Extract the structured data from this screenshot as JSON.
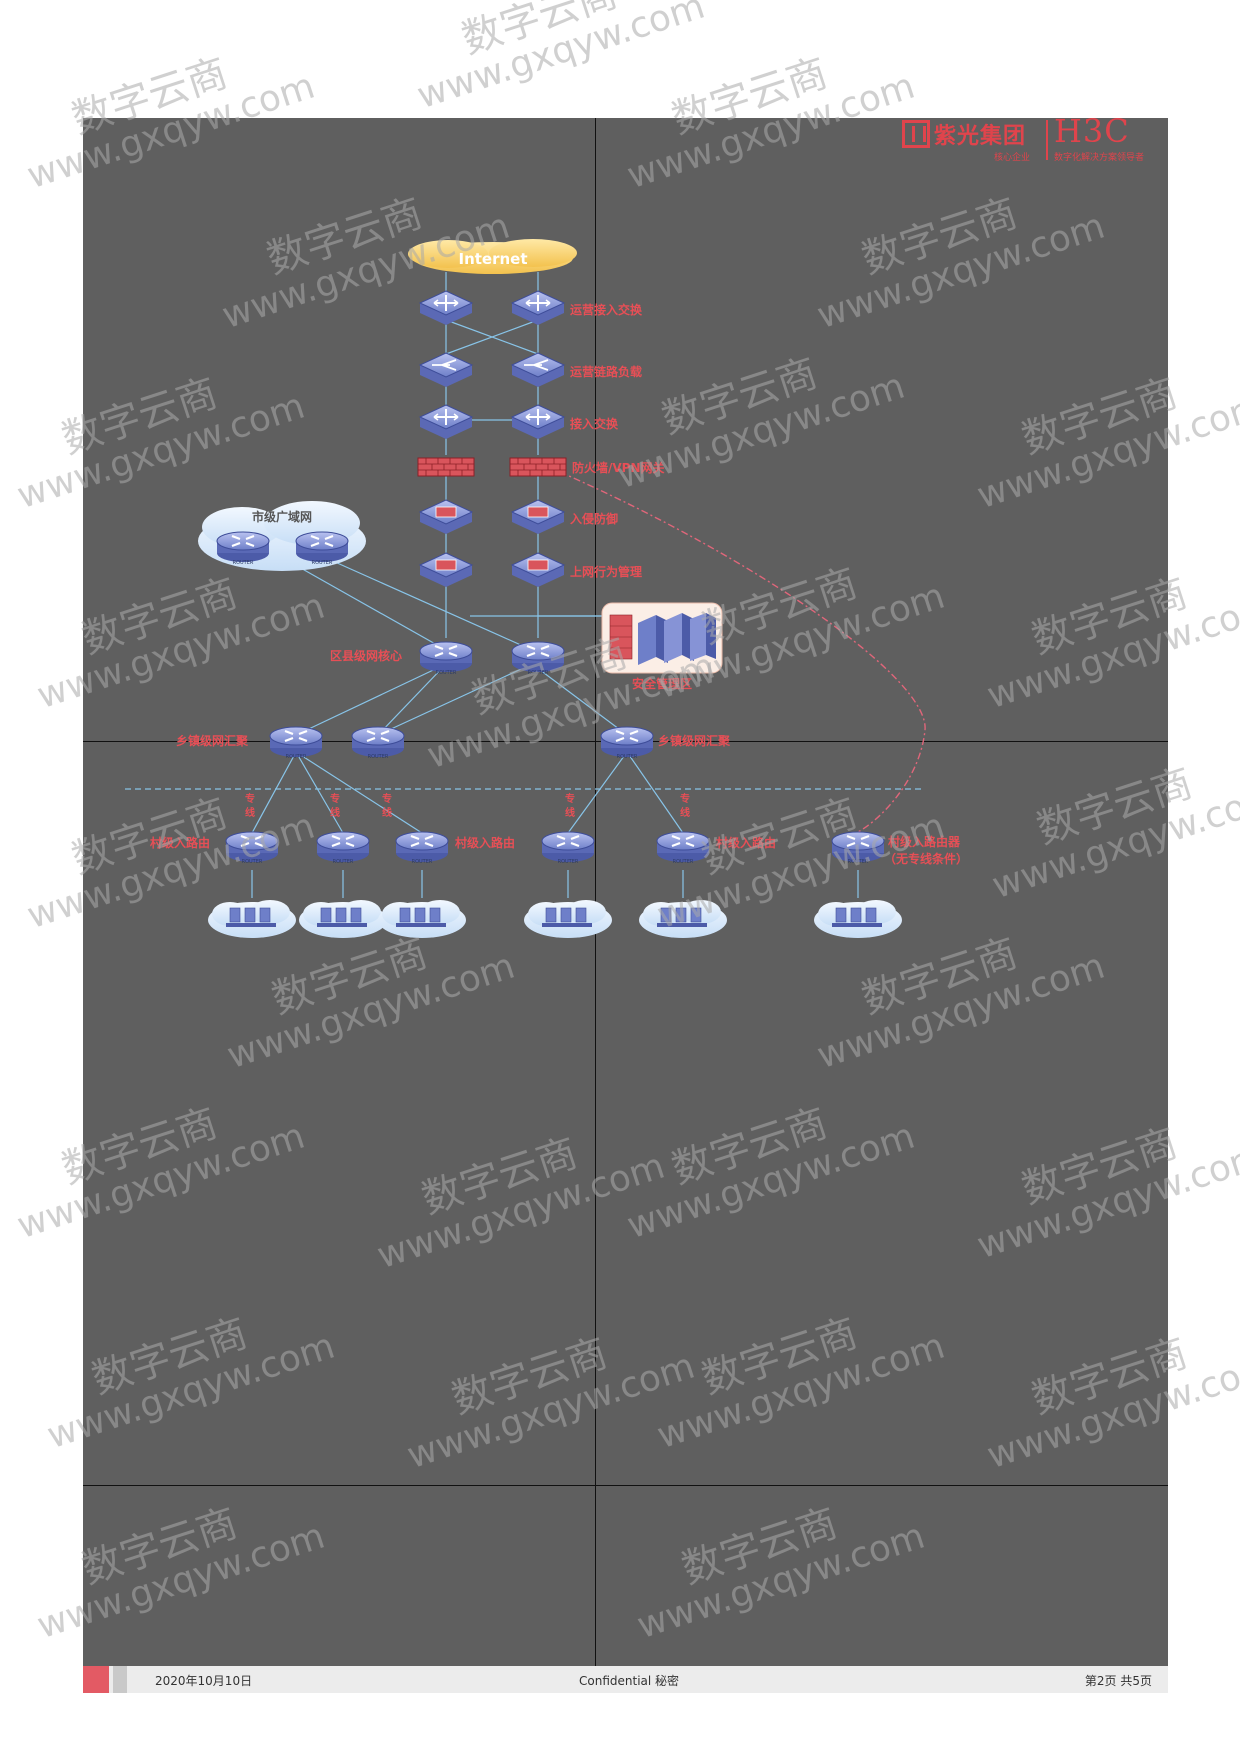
{
  "logo": {
    "unisplendour_name": "紫光集团",
    "unisplendour_tagline": "核心企业",
    "h3c_name": "H3C",
    "h3c_tagline": "数字化解决方案领导者"
  },
  "diagram": {
    "internet_label": "Internet",
    "wan_label": "市级广域网",
    "router_tag": "ROUTER",
    "labels": {
      "internet_access_switch": "运营接入交换",
      "link_load_balance": "运营链路负载",
      "access_switch": "接入交换",
      "firewall_vpn": "防火墙/VPN网关",
      "intrusion_prevention": "入侵防御",
      "behavior_management": "上网行为管理",
      "district_core": "区县级网核心",
      "security_zone": "安全管理区",
      "town_agg_left": "乡镇级网汇聚",
      "town_agg_right": "乡镇级网汇聚",
      "village_router_1": "村级入路由",
      "village_router_2": "村级入路由",
      "village_router_3": "村级入路由",
      "village_router_vpn_line1": "村级入路由器",
      "village_router_vpn_line2": "（无专线条件）"
    },
    "link_chars": {
      "top": "专",
      "bottom": "线"
    }
  },
  "watermark": {
    "chinese": "数字云商",
    "url": "www.gxqyw.com"
  },
  "footer": {
    "date": "2020年10月10日",
    "confidential": "Confidential 秘密",
    "page_info": "第2页 共5页"
  }
}
